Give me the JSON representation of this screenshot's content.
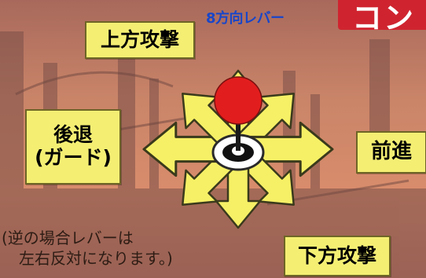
{
  "title": {
    "text": "コン",
    "color": "#cf2430"
  },
  "stick_label": {
    "text": "8方向レバー",
    "color": "#1846c9"
  },
  "directions": {
    "up": "上方攻撃",
    "back_line1": "後退",
    "back_line2": "(ガード)",
    "forward": "前進",
    "down": "下方攻撃"
  },
  "note": {
    "line1": "(逆の場合レバーは",
    "line2": "左右反対になります。)"
  },
  "colors": {
    "arrow_fill": "#f6f066",
    "arrow_stroke": "#3a3a1c",
    "ball": "#e21d1d",
    "label_bg": "#f4ef73"
  },
  "icons": [
    "joystick-icon",
    "arrow-icon"
  ]
}
